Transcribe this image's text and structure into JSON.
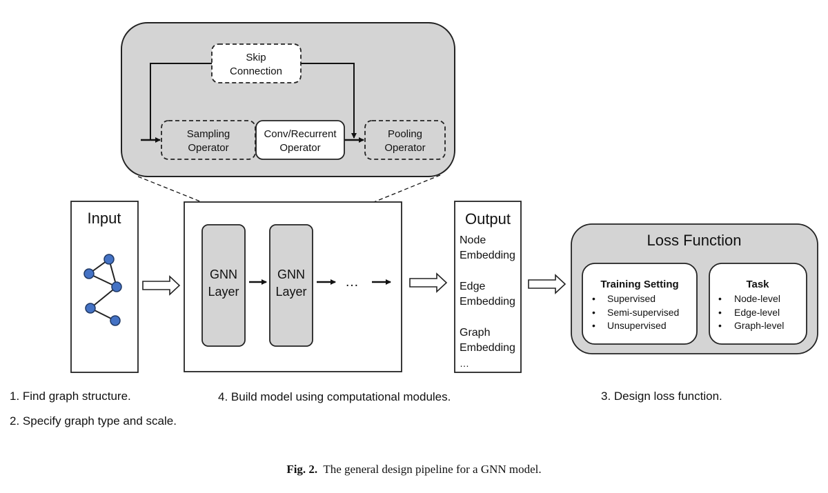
{
  "module_panel": {
    "skip_connection": [
      "Skip",
      "Connection"
    ],
    "sampling_operator": [
      "Sampling",
      "Operator"
    ],
    "conv_operator": [
      "Conv/Recurrent",
      "Operator"
    ],
    "pooling_operator": [
      "Pooling",
      "Operator"
    ]
  },
  "input": {
    "title": "Input"
  },
  "model": {
    "layer1": [
      "GNN",
      "Layer"
    ],
    "layer2": [
      "GNN",
      "Layer"
    ],
    "ellipsis": "…"
  },
  "output": {
    "title": "Output",
    "items": [
      "Node",
      "Embedding",
      "Edge",
      "Embedding",
      "Graph",
      "Embedding",
      "…"
    ]
  },
  "loss": {
    "title": "Loss Function",
    "training": {
      "title": "Training Setting",
      "items": [
        "Supervised",
        "Semi-supervised",
        "Unsupervised"
      ]
    },
    "task": {
      "title": "Task",
      "items": [
        "Node-level",
        "Edge-level",
        "Graph-level"
      ]
    }
  },
  "steps": {
    "step1": "1. Find graph structure.",
    "step2": "2. Specify graph type and scale.",
    "step4": "4. Build model using computational modules.",
    "step3": "3. Design loss function."
  },
  "caption": {
    "label": "Fig. 2.",
    "text": "The general design pipeline for a GNN model."
  },
  "colors": {
    "panel_fill": "#d4d4d4",
    "node_fill": "#4472c4",
    "stroke": "#222222"
  }
}
